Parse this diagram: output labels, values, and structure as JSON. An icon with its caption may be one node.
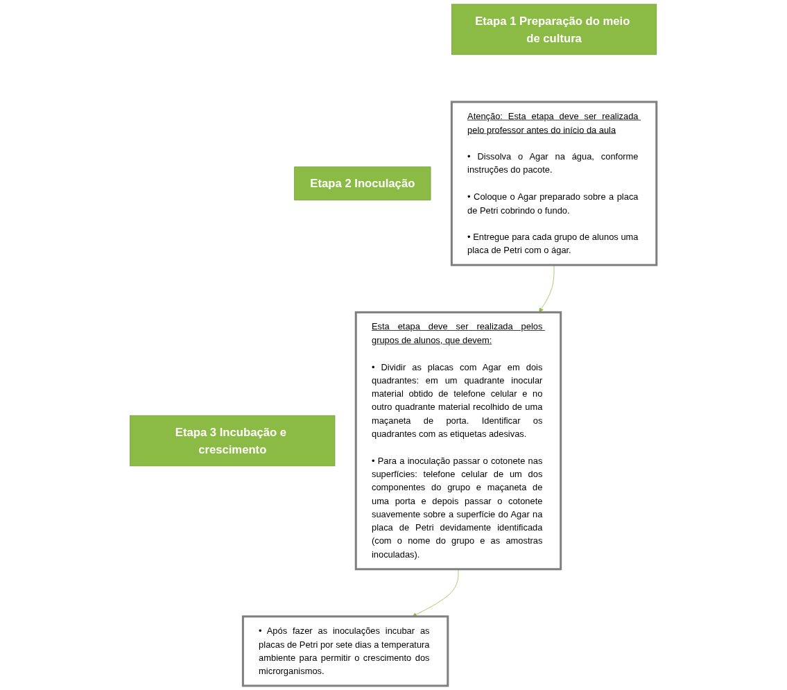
{
  "diagram": {
    "nodes": [
      {
        "text": [
          "Etapa 1 Preparação do meio de cultura"
        ]
      },
      {
        "text": [
          "Atenção: Esta etapa deve ser realizada pelo professor antes do início da aula",
          "• Dissolva o Agar na água, conforme instruções do pacote.",
          "• Coloque o Agar preparado sobre a placa de Petri cobrindo o fundo.",
          "• Entregue para cada grupo de alunos uma placa de Petri com o ágar."
        ]
      },
      {
        "text": [
          "Etapa 2 Inoculação"
        ]
      },
      {
        "text": [
          "Esta etapa deve ser realizada pelos grupos de alunos, que devem:",
          "• Dividir as placas com Agar em dois quadrantes: em um quadrante inocular material obtido de telefone celular e no outro quadrante material recolhido de uma maçaneta de porta. Identificar os quadrantes com as etiquetas adesivas.",
          "• Para a inoculação passar o cotonete nas superfícies: telefone celular de um dos componentes do grupo e maçaneta de uma porta e depois passar o cotonete suavemente sobre a superfície do Agar na placa de Petri devidamente identificada (com o nome do grupo e as amostras inoculadas)."
        ]
      },
      {
        "text": [
          "Etapa 3 Incubação e crescimento"
        ]
      },
      {
        "text": [
          "• Após fazer as inoculações incubar as placas de Petri por sete dias a temperatura ambiente para permitir o crescimento dos microrganismos."
        ]
      }
    ],
    "edges": [
      {
        "from": 1,
        "to": 3,
        "arrow": "to"
      },
      {
        "from": 3,
        "to": 5,
        "arrow": "to"
      }
    ]
  }
}
